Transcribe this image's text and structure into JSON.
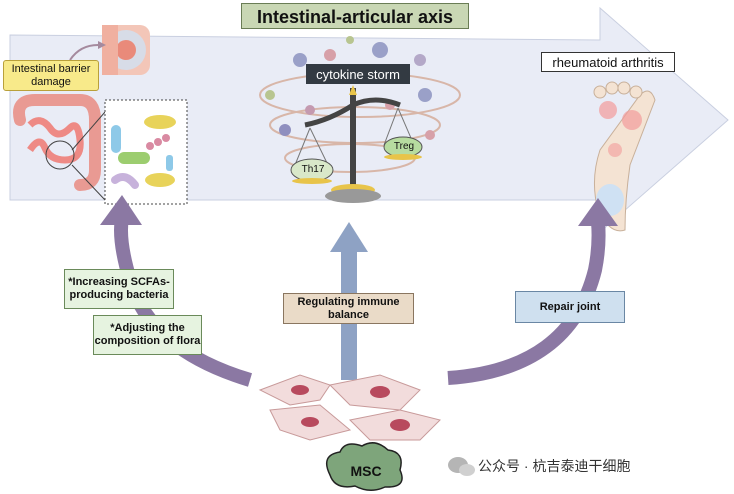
{
  "title": "Intestinal-articular axis",
  "labels": {
    "barrier": "Intestinal barrier damage",
    "cytokine": "cytokine storm",
    "ra": "rheumatoid arthritis",
    "th17": "Th17",
    "treg": "Treg",
    "scfa": "*Increasing SCFAs-producing bacteria",
    "flora": "*Adjusting the composition of flora",
    "immune": "Regulating immune balance",
    "joint": "Repair joint",
    "msc": "MSC",
    "watermark": "公众号 · 杭吉泰迪干细胞"
  },
  "colors": {
    "axis_arrow": "#e9ecf6",
    "left_arrow": "#8b78a3",
    "center_arrow": "#8ea2c4",
    "right_arrow": "#8b78a3",
    "msc_cloud": "#7ea57b"
  },
  "icons": [
    "intestine-icon",
    "bacteria-icon",
    "villi-icon",
    "balance-scale-icon",
    "foot-joint-icon",
    "msc-cells-icon",
    "wechat-icon"
  ]
}
